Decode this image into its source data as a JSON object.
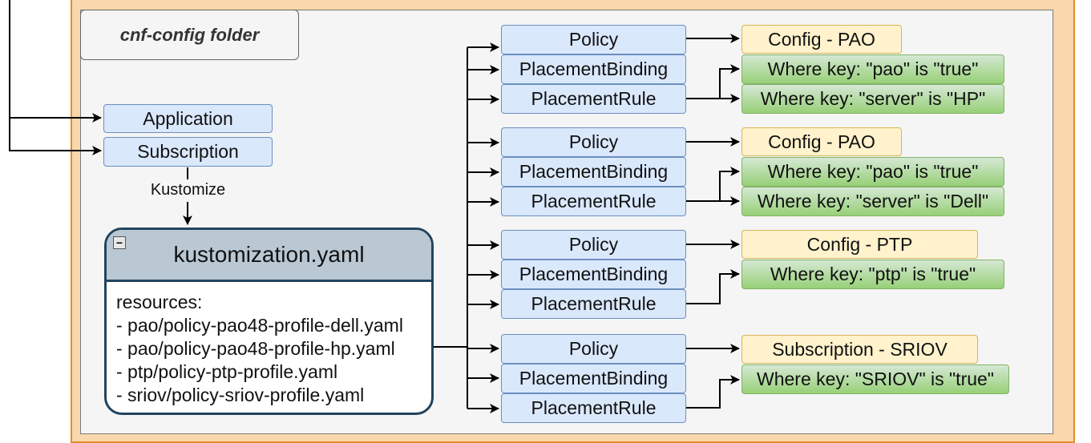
{
  "folder_label": "cnf-config folder",
  "application_label": "Application",
  "subscription_label": "Subscription",
  "edge_label": "Kustomize",
  "kustomization": {
    "title": "kustomization.yaml",
    "collapse_glyph": "−",
    "resources_header": "resources:",
    "resources": [
      "- pao/policy-pao48-profile-dell.yaml",
      "- pao/policy-pao48-profile-hp.yaml",
      "- ptp/policy-ptp-profile.yaml",
      "- sriov/policy-sriov-profile.yaml"
    ]
  },
  "groups": [
    {
      "policy": "Policy",
      "binding": "PlacementBinding",
      "rule": "PlacementRule",
      "config": "Config - PAO",
      "conditions": [
        "Where key: \"pao\" is \"true\"",
        "Where key: \"server\" is \"HP\""
      ]
    },
    {
      "policy": "Policy",
      "binding": "PlacementBinding",
      "rule": "PlacementRule",
      "config": "Config - PAO",
      "conditions": [
        "Where key: \"pao\" is \"true\"",
        "Where key: \"server\" is \"Dell\""
      ]
    },
    {
      "policy": "Policy",
      "binding": "PlacementBinding",
      "rule": "PlacementRule",
      "config": "Config - PTP",
      "conditions": [
        "Where key: \"ptp\" is \"true\""
      ]
    },
    {
      "policy": "Policy",
      "binding": "PlacementBinding",
      "rule": "PlacementRule",
      "config": "Subscription - SRIOV",
      "conditions": [
        "Where key: \"SRIOV\" is \"true\""
      ]
    }
  ],
  "colors": {
    "container_fill": "#fad7ac",
    "container_border": "#e08f2a",
    "blue_fill": "#dae8fc",
    "yellow_fill": "#fff2cc",
    "green_fill": "#97d077",
    "header_fill": "#bac8d3"
  }
}
